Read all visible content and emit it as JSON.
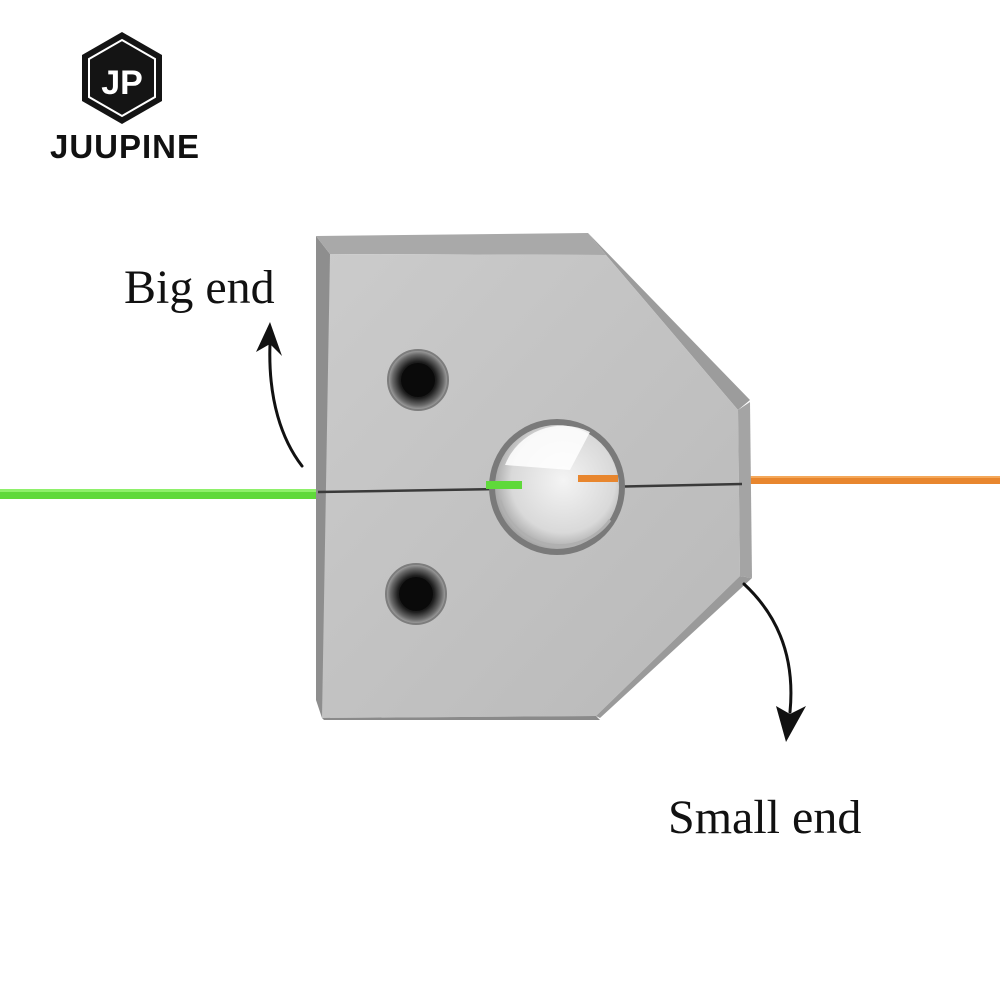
{
  "brand": {
    "logo_letters": "JP",
    "name": "JUUPINE"
  },
  "labels": {
    "big_end": "Big end",
    "small_end": "Small end"
  },
  "colors": {
    "background": "#ffffff",
    "block_face": "#c2c2c2",
    "block_edge": "#8e8e8e",
    "filament_left": "#5fd93a",
    "filament_right": "#e8862e",
    "ink": "#111111"
  },
  "icons": [
    "hexagon-logo-icon",
    "curved-arrow-up-icon",
    "curved-arrow-down-icon"
  ]
}
